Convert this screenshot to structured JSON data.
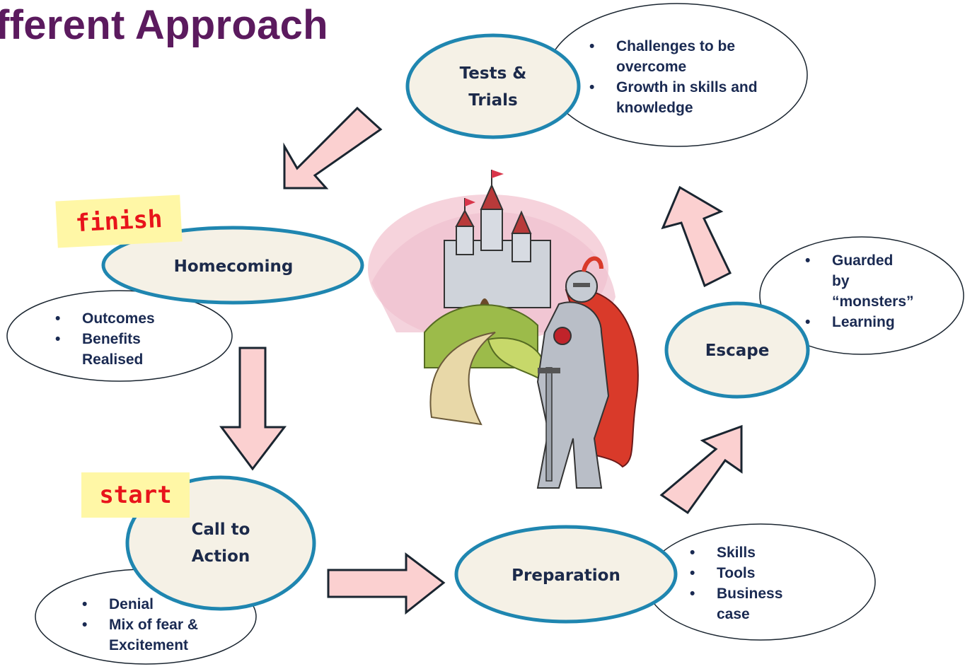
{
  "title": "fferent Approach",
  "stages": {
    "tests": {
      "label_1": "Tests &",
      "label_2": "Trials",
      "notes": [
        "Challenges to be overcome",
        "Growth in skills and knowledge"
      ]
    },
    "homecoming": {
      "label": "Homecoming",
      "tag": "finish",
      "notes": [
        "Outcomes",
        "Benefits Realised"
      ]
    },
    "call": {
      "label_1": "Call to",
      "label_2": "Action",
      "tag": "start",
      "notes": [
        "Denial",
        "Mix of fear & Excitement"
      ]
    },
    "preparation": {
      "label": "Preparation",
      "notes": [
        "Skills",
        "Tools",
        "Business case"
      ]
    },
    "escape": {
      "label": "Escape",
      "notes": [
        "Guarded by “monsters”",
        "Learning"
      ]
    }
  },
  "colors": {
    "title": "#5b1a5e",
    "stage_fill": "#f5f1e6",
    "stage_border": "#1f86b0",
    "arrow_fill": "#fbd0d0",
    "arrow_stroke": "#1a2530",
    "sticky_fill": "#fff7a6",
    "sticky_text": "#e8141b"
  },
  "illustration": {
    "icon": "knight-castle-clipart"
  }
}
